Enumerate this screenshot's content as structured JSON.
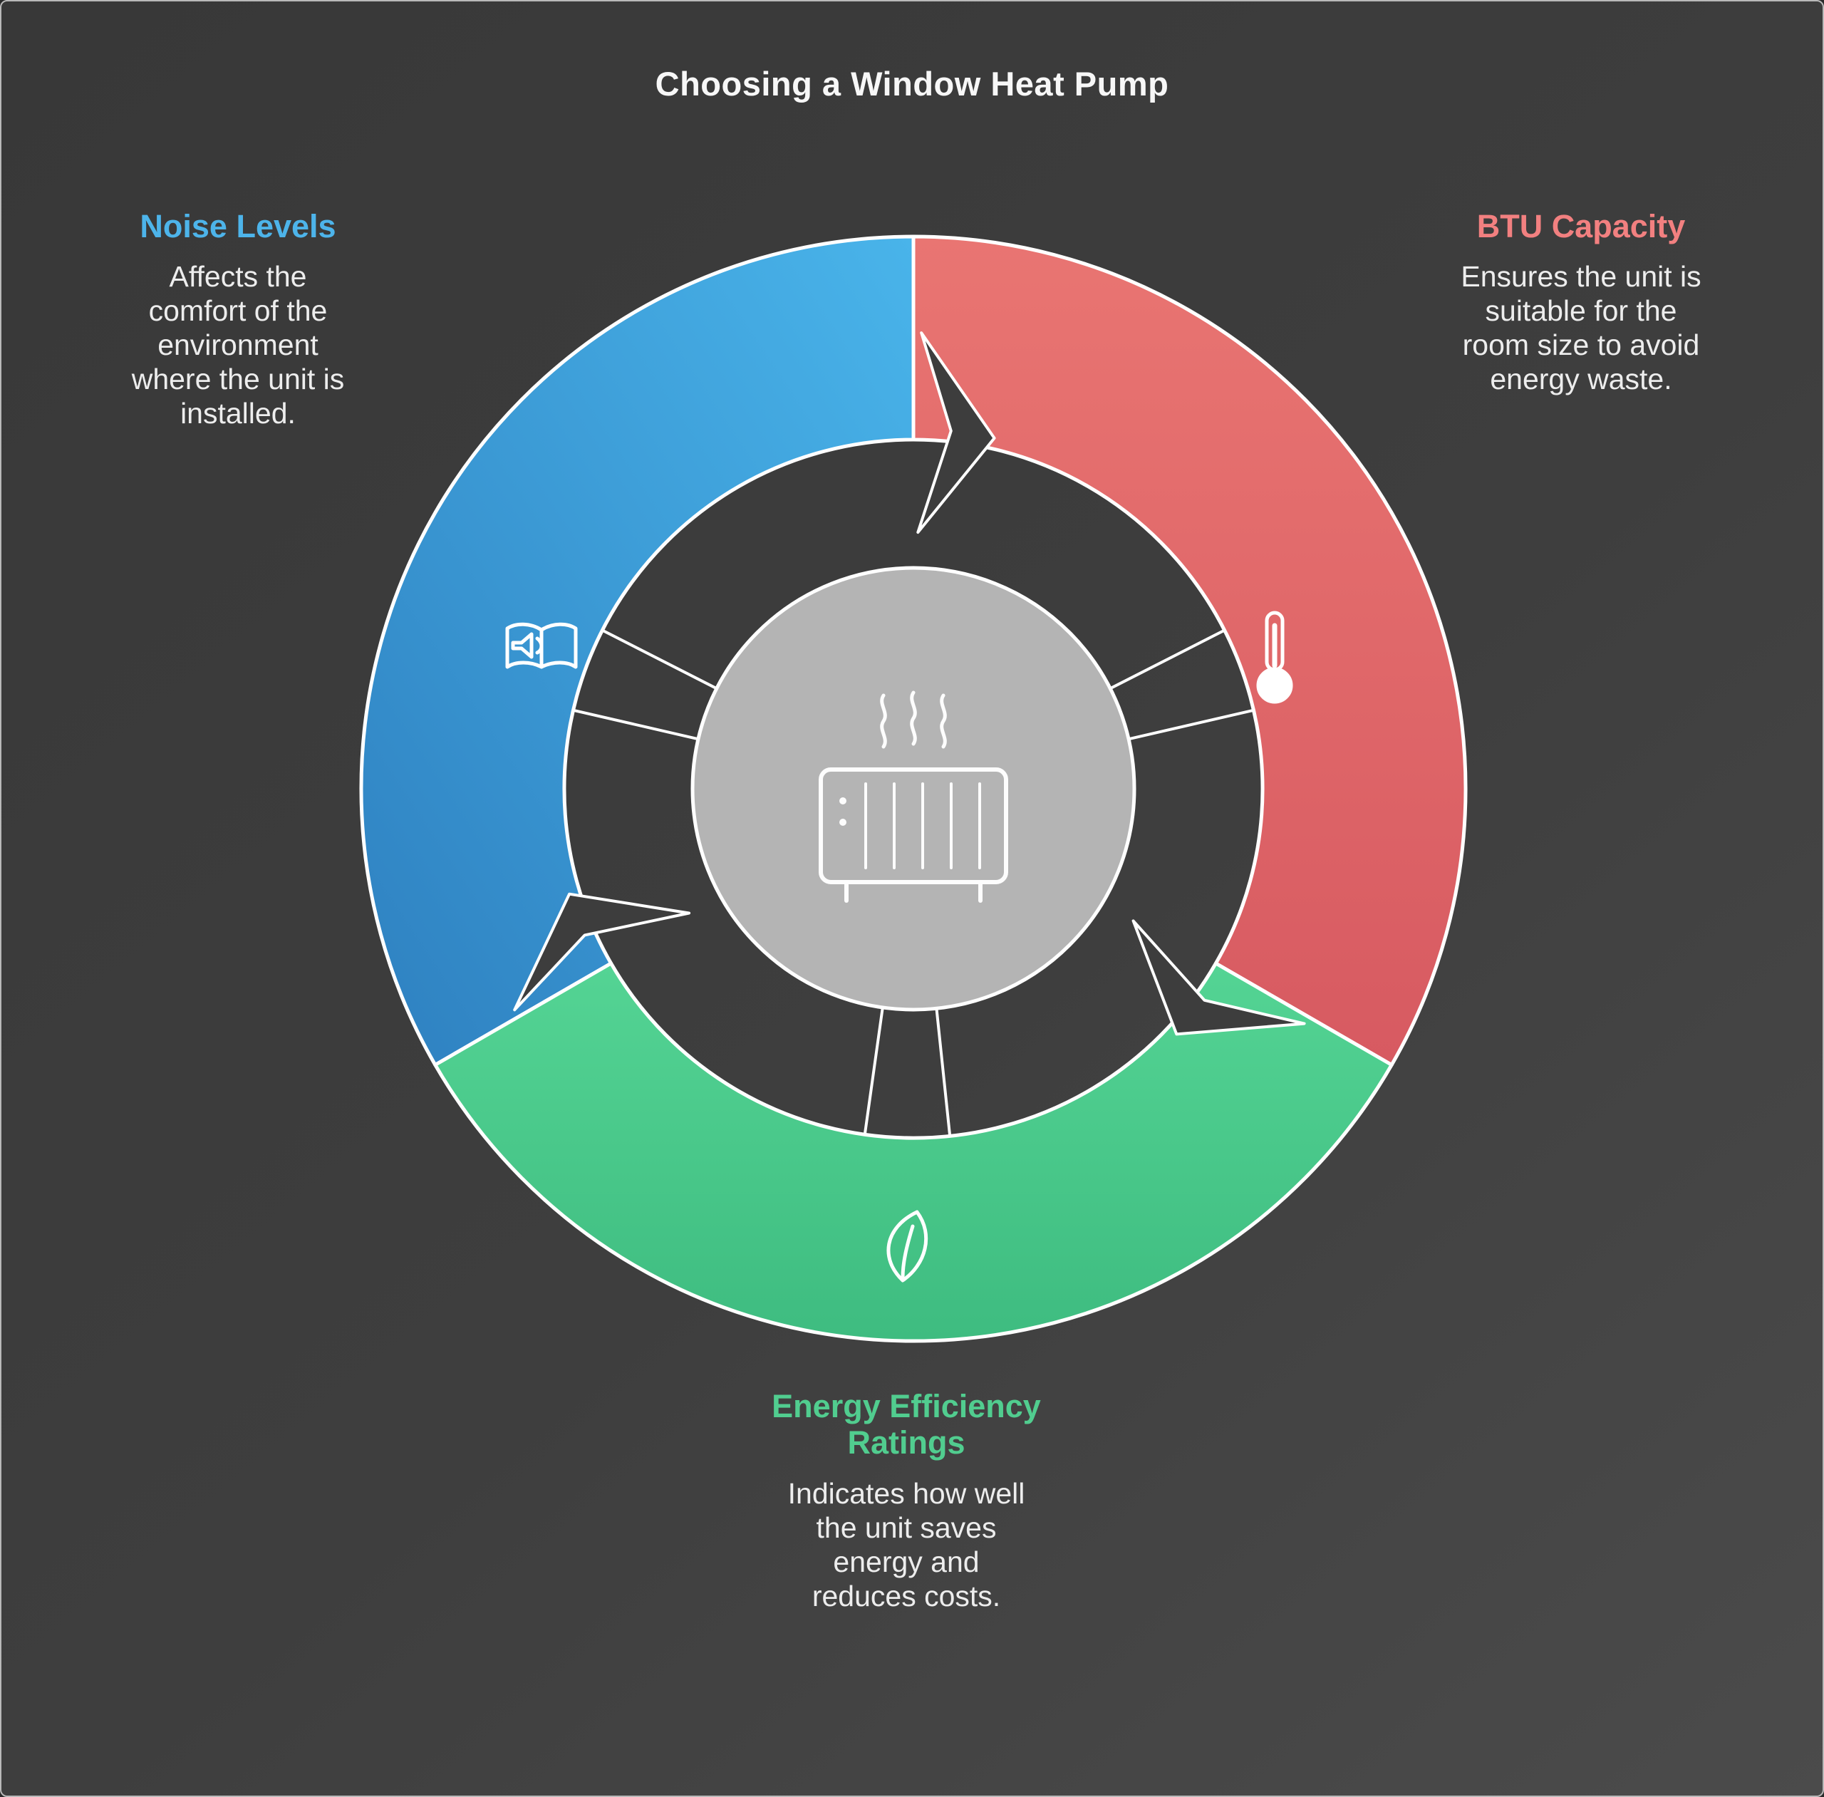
{
  "title": "Choosing a Window Heat Pump",
  "background_color": "#3e3e3e",
  "diagram": {
    "type": "cycle",
    "center_icon": "heat-pump-icon",
    "center_circle_color": "#b4b4b4"
  },
  "factors": [
    {
      "label": "Noise Levels",
      "label_color": "#4db4ea",
      "icon": "speaker-book-icon",
      "segment_gradient": [
        "#49b4ea",
        "#2e80c0"
      ],
      "description": "Affects the comfort of the environment where the unit is installed.",
      "description_lines": [
        "Affects the",
        "comfort of the",
        "environment",
        "where the unit is",
        "installed."
      ]
    },
    {
      "label": "BTU Capacity",
      "label_color": "#f28080",
      "icon": "thermometer-icon",
      "segment_gradient": [
        "#e97572",
        "#d75a61"
      ],
      "description": "Ensures the unit is suitable for the room size to avoid energy waste.",
      "description_lines": [
        "Ensures the unit is",
        "suitable for the",
        "room size to avoid",
        "energy waste."
      ]
    },
    {
      "label": "Energy Efficiency Ratings",
      "label_lines": [
        "Energy Efficiency",
        "Ratings"
      ],
      "label_color": "#51cd8f",
      "icon": "leaf-icon",
      "segment_gradient": [
        "#54d494",
        "#3ebc80"
      ],
      "description": "Indicates how well the unit saves energy and reduces costs.",
      "description_lines": [
        "Indicates how well",
        "the unit saves",
        "energy and",
        "reduces costs."
      ]
    }
  ]
}
